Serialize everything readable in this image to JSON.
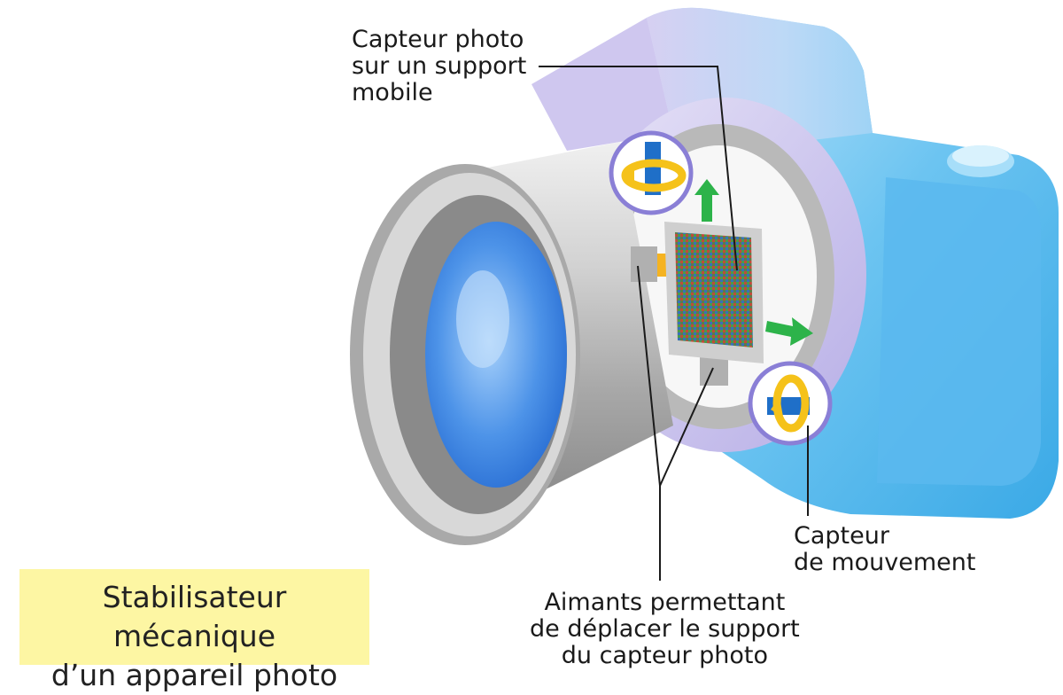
{
  "labels": {
    "sensor": [
      "Capteur photo",
      "sur un support",
      "mobile"
    ],
    "motion": [
      "Capteur",
      "de mouvement"
    ],
    "magnets": [
      "Aimants permettant",
      "de déplacer le support",
      "du capteur photo"
    ]
  },
  "title": [
    "Stabilisateur mécanique",
    "d’un appareil photo"
  ],
  "colors": {
    "body_blue": "#4fb8ee",
    "body_lavender": "#c9c2ee",
    "lens_silver": "#c8c8c8",
    "glass_blue": "#2f7fe0",
    "arrow_green": "#2db34a",
    "rotation_yellow": "#f5c21a",
    "title_background": "#fdf6a3"
  },
  "icons": [
    "camera-body",
    "lens-barrel",
    "image-sensor",
    "magnet",
    "motion-arrow",
    "rotation-icon"
  ]
}
